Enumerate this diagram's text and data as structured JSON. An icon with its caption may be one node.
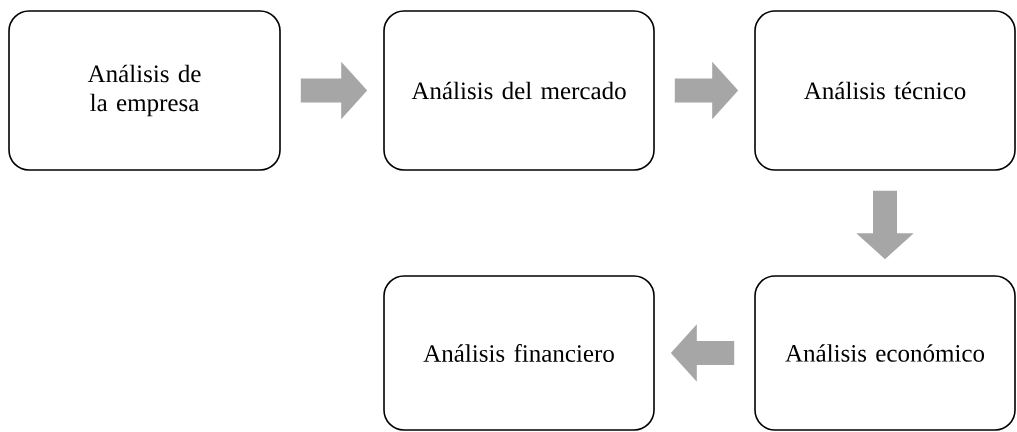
{
  "diagram": {
    "nodes": [
      {
        "text": [
          "Análisis de la empresa"
        ]
      },
      {
        "text": [
          "Análisis del mercado"
        ]
      },
      {
        "text": [
          "Análisis técnico"
        ]
      },
      {
        "text": [
          "Análisis económico"
        ]
      },
      {
        "text": [
          "Análisis financiero"
        ]
      }
    ],
    "edges": [
      {
        "from": 0,
        "to": 1,
        "arrow": "to"
      },
      {
        "from": 1,
        "to": 2,
        "arrow": "to"
      },
      {
        "from": 2,
        "to": 3,
        "arrow": "to"
      },
      {
        "from": 3,
        "to": 4,
        "arrow": "to"
      }
    ]
  }
}
